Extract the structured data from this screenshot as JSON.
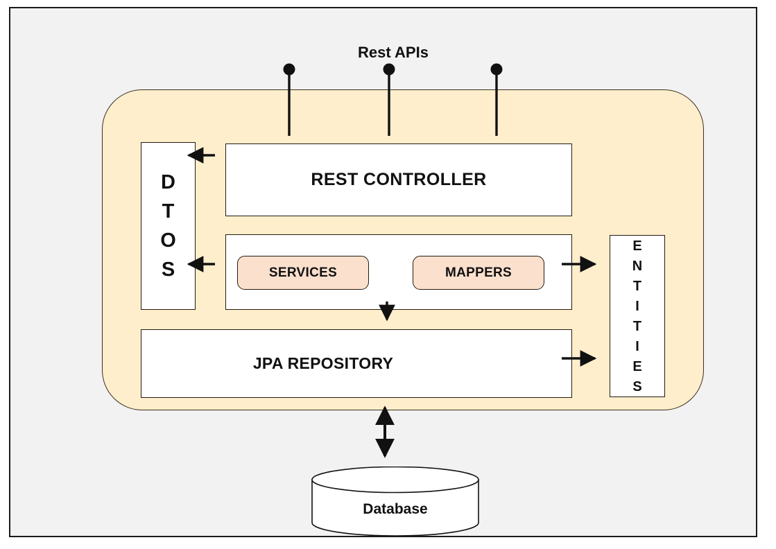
{
  "diagram": {
    "title": "Rest APIs",
    "canvas_bg": "#f2f2f2",
    "container_fill": "#ffeecc",
    "pill_fill": "#fbe0cd",
    "stroke": "#241a0f",
    "nodes": {
      "rest_controller": "REST CONTROLLER",
      "jpa_repository": "JPA REPOSITORY",
      "services": "SERVICES",
      "mappers": "MAPPERS",
      "database": "Database"
    },
    "dtos": {
      "name": "DTOS",
      "letters": [
        "D",
        "T",
        "O",
        "S"
      ]
    },
    "entities": {
      "name": "ENTITIES",
      "letters": [
        "E",
        "N",
        "T",
        "I",
        "T",
        "I",
        "E",
        "S"
      ]
    }
  }
}
